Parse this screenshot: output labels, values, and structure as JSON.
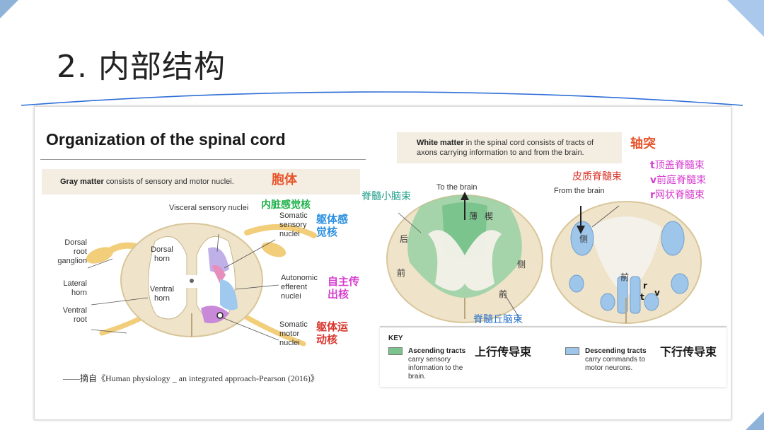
{
  "slide": {
    "title": "2. 内部结构",
    "accent_color": "#2f6fd6"
  },
  "figure": {
    "heading": "Organization of the spinal cord",
    "gray_banner": {
      "bold": "Gray matter",
      "text": " consists of sensory and motor nuclei."
    },
    "gray_banner_zh": "胞体",
    "white_banner": {
      "bold": "White matter",
      "text": " in the spinal cord consists of tracts of",
      "text2": "axons carrying information to and from the brain."
    },
    "white_banner_zh": "轴突",
    "left_labels": {
      "dorsal_root_ganglion": [
        "Dorsal",
        "root",
        "ganglion"
      ],
      "lateral_horn": [
        "Lateral",
        "horn"
      ],
      "ventral_root": [
        "Ventral",
        "root"
      ],
      "dorsal_horn": [
        "Dorsal",
        "horn"
      ],
      "ventral_horn": [
        "Ventral",
        "horn"
      ],
      "visceral_sensory": "Visceral sensory nuclei",
      "somatic_sensory": [
        "Somatic",
        "sensory",
        "nuclei"
      ],
      "autonomic_efferent": [
        "Autonomic",
        "efferent",
        "nuclei"
      ],
      "somatic_motor": [
        "Somatic",
        "motor",
        "nuclei"
      ]
    },
    "left_zh": {
      "visceral_sensory": "内脏感觉核",
      "somatic_sensory": [
        "躯体感",
        "觉核"
      ],
      "autonomic_efferent": [
        "自主传",
        "出核"
      ],
      "somatic_motor": [
        "躯体运",
        "动核"
      ]
    },
    "right_labels": {
      "to_brain": "To the brain",
      "from_brain": "From the brain",
      "spinocerebellar": "脊髓小脑束",
      "spinothalamic": "脊髓丘脑束",
      "corticospinal": "皮质脊髓束",
      "tracts_t": [
        "t",
        "顶盖脊髓束"
      ],
      "tracts_v": [
        "v",
        "前庭脊髓束"
      ],
      "tracts_r": [
        "r",
        "网状脊髓束"
      ],
      "thin": "薄",
      "wedge": "楔",
      "posterior": "后",
      "anterior_l": "前",
      "lateral": "侧",
      "anterior_b": "前",
      "lateral_desc": "侧",
      "anterior_desc": "前",
      "r_mark": "r",
      "t_mark": "t",
      "v_mark": "v"
    },
    "citation": "——摘自《Human physiology _ an integrated approach-Pearson (2016)》",
    "key": {
      "title": "KEY",
      "ascending": {
        "bold": "Ascending tracts",
        "lines": [
          "carry sensory",
          "information to the",
          "brain."
        ],
        "zh": "上行传导束",
        "color": "#7cc48e"
      },
      "descending": {
        "bold": "Descending tracts",
        "lines": [
          "carry commands to",
          "motor neurons."
        ],
        "zh": "下行传导束",
        "color": "#9ec5ea"
      }
    }
  }
}
